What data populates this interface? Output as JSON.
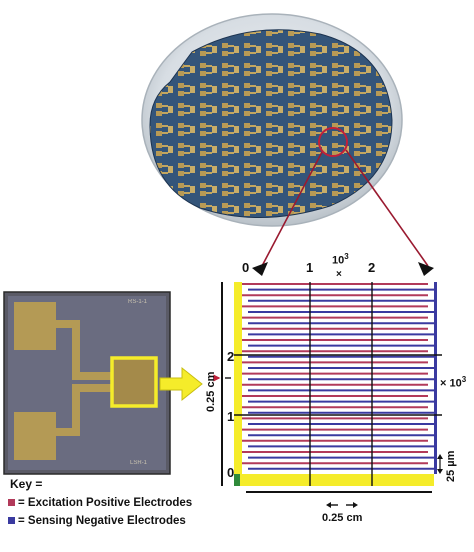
{
  "grid": {
    "x_ticks": [
      "0",
      "1",
      "2"
    ],
    "x_multiplier": "10",
    "x_multiplier_exp": "3",
    "x_multiplier_sign": "×",
    "y_ticks": [
      "0",
      "1",
      "2"
    ],
    "y_multiplier": "× 10",
    "y_multiplier_exp": "3"
  },
  "dimensions": {
    "vertical_scale": "0.25 cm",
    "horizontal_scale": "0.25 cm",
    "pitch": "25 µm"
  },
  "chip": {
    "label_top": "RS-1-1",
    "label_bottom": "LSR-1"
  },
  "key": {
    "title": "Key =",
    "items": [
      {
        "label": "= Excitation Positive Electrodes",
        "color": "#b23a5a"
      },
      {
        "label": "= Sensing Negative Electrodes",
        "color": "#3a3aa0"
      }
    ]
  },
  "colors": {
    "excitation": "#b23a5a",
    "sensing": "#3a3aa0",
    "bus_bar": "#f5ec2a",
    "arrow": "#f5ec2a",
    "circle": "#c0203a",
    "wafer": "#2e4a6e",
    "pad": "#b8a060"
  }
}
